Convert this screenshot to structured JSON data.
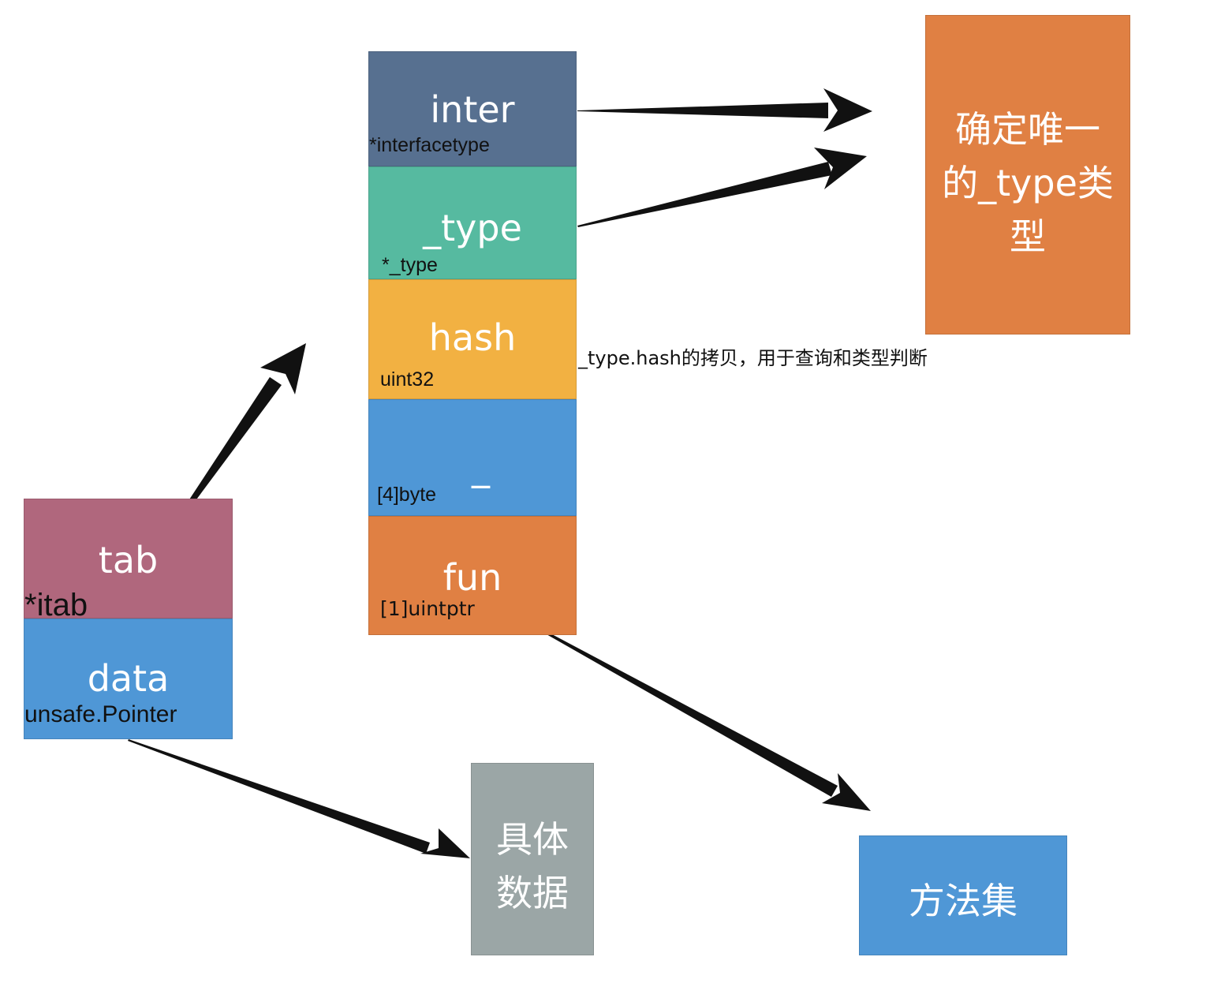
{
  "colors": {
    "tab": "#B0677D",
    "data": "#4F97D6",
    "inter": "#577090",
    "type": "#56BAA0",
    "hash": "#F2B142",
    "pad": "#4F97D6",
    "fun": "#E08043",
    "unique_type": "#E08043",
    "concrete": "#9BA6A6",
    "methods": "#4F97D6"
  },
  "iface": {
    "tab": {
      "label": "tab",
      "type": "*itab"
    },
    "data": {
      "label": "data",
      "type": "unsafe.Pointer"
    }
  },
  "itab": {
    "inter": {
      "label": "inter",
      "type": "*interfacetype"
    },
    "type": {
      "label": "_type",
      "type": "*_type"
    },
    "hash": {
      "label": "hash",
      "type": "uint32"
    },
    "pad": {
      "label": "_",
      "type": "[4]byte"
    },
    "fun": {
      "label": "fun",
      "type": "[1]uintptr"
    }
  },
  "hash_note": "_type.hash的拷贝，用于查询和类型判断",
  "targets": {
    "unique_type": [
      "确定唯一",
      "的_type类",
      "型"
    ],
    "concrete": [
      "具体",
      "数据"
    ],
    "methods": "方法集"
  }
}
